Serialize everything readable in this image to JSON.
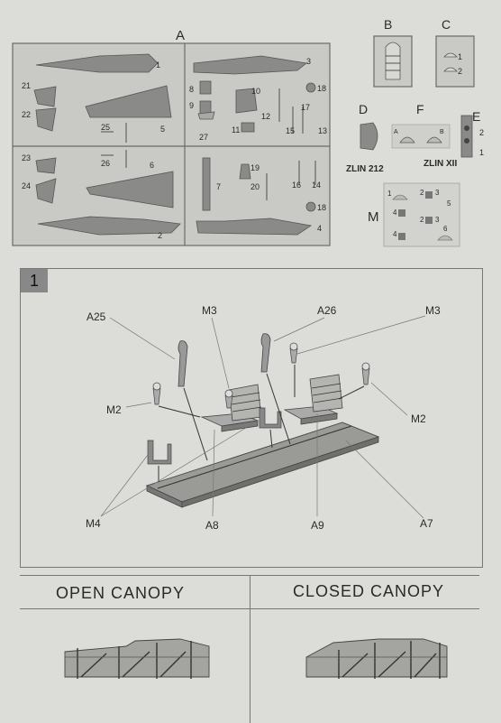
{
  "sprue_a": {
    "title": "A",
    "parts": [
      "1",
      "2",
      "3",
      "4",
      "5",
      "6",
      "7",
      "8",
      "9",
      "10",
      "11",
      "12",
      "13",
      "14",
      "15",
      "16",
      "17",
      "18",
      "18",
      "19",
      "20",
      "21",
      "22",
      "23",
      "24",
      "25",
      "26",
      "27"
    ]
  },
  "sprue_b": {
    "title": "B"
  },
  "sprue_c": {
    "title": "C",
    "parts": [
      "1",
      "2"
    ]
  },
  "part_d": {
    "title": "D",
    "caption": "ZLIN 212"
  },
  "part_e": {
    "title": "E",
    "caption": "ZLIN XII",
    "parts": [
      "2",
      "1"
    ]
  },
  "part_f": {
    "title": "F",
    "sub": [
      "A",
      "B"
    ]
  },
  "sheet_m": {
    "title": "M",
    "parts": [
      "1",
      "2",
      "3",
      "4",
      "5",
      "2",
      "3",
      "4",
      "6"
    ]
  },
  "step": {
    "number": "1",
    "callouts": {
      "a25": "A25",
      "m3_left": "M3",
      "a26": "A26",
      "m3_right": "M3",
      "m2_left": "M2",
      "m2_right": "M2",
      "m4": "M4",
      "a8": "A8",
      "a9": "A9",
      "a7": "A7"
    }
  },
  "canopy": {
    "open": "OPEN  CANOPY",
    "closed": "CLOSED  CANOPY"
  }
}
